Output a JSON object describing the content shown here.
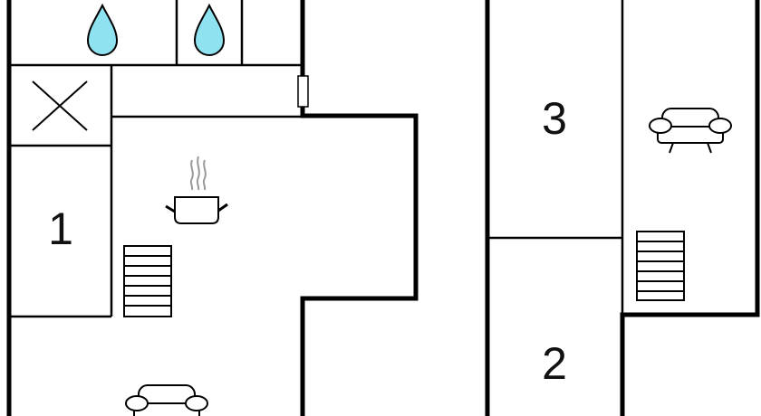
{
  "floorplan": {
    "rooms": [
      {
        "id": "room-1",
        "label": "1"
      },
      {
        "id": "room-2",
        "label": "2"
      },
      {
        "id": "room-3",
        "label": "3"
      }
    ],
    "icons": [
      {
        "name": "water-drop-icon",
        "count": 2
      },
      {
        "name": "cross-box-icon",
        "count": 1
      },
      {
        "name": "cooking-pot-icon",
        "count": 1
      },
      {
        "name": "staircase-icon",
        "count": 2
      },
      {
        "name": "sofa-icon",
        "count": 2
      },
      {
        "name": "door-icon",
        "count": 1
      }
    ],
    "colors": {
      "wall": "#000000",
      "water": "#8fe3f0",
      "steam": "#999999",
      "background": "#ffffff"
    }
  }
}
